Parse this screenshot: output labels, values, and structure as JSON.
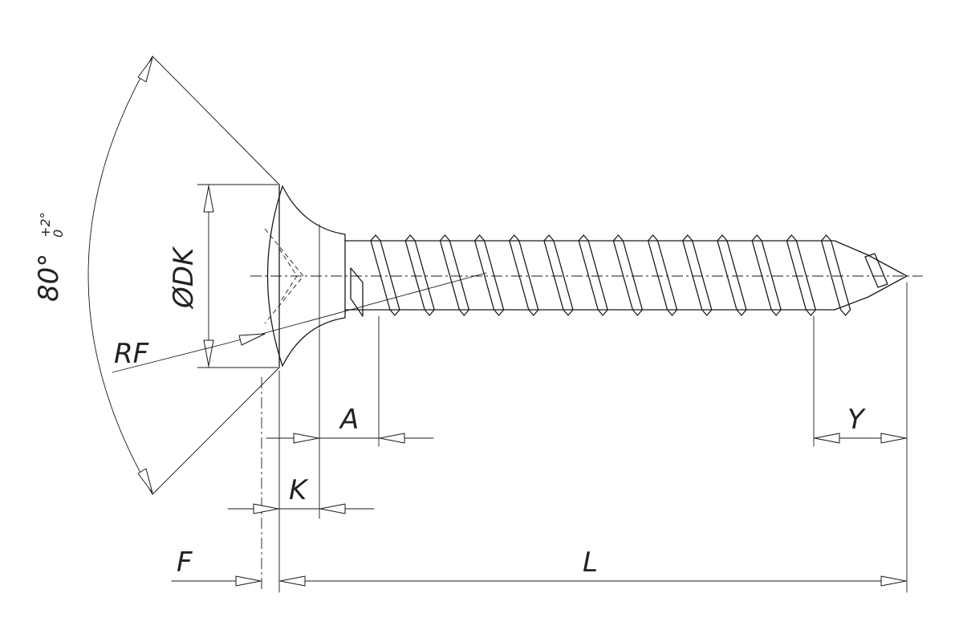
{
  "labels": {
    "angle": "80°",
    "angle_tol_plus": "+2°",
    "angle_tol_minus": "0",
    "diameter": "ØDK",
    "radius": "RF",
    "a": "A",
    "k": "K",
    "f": "F",
    "l": "L",
    "y": "Y"
  }
}
